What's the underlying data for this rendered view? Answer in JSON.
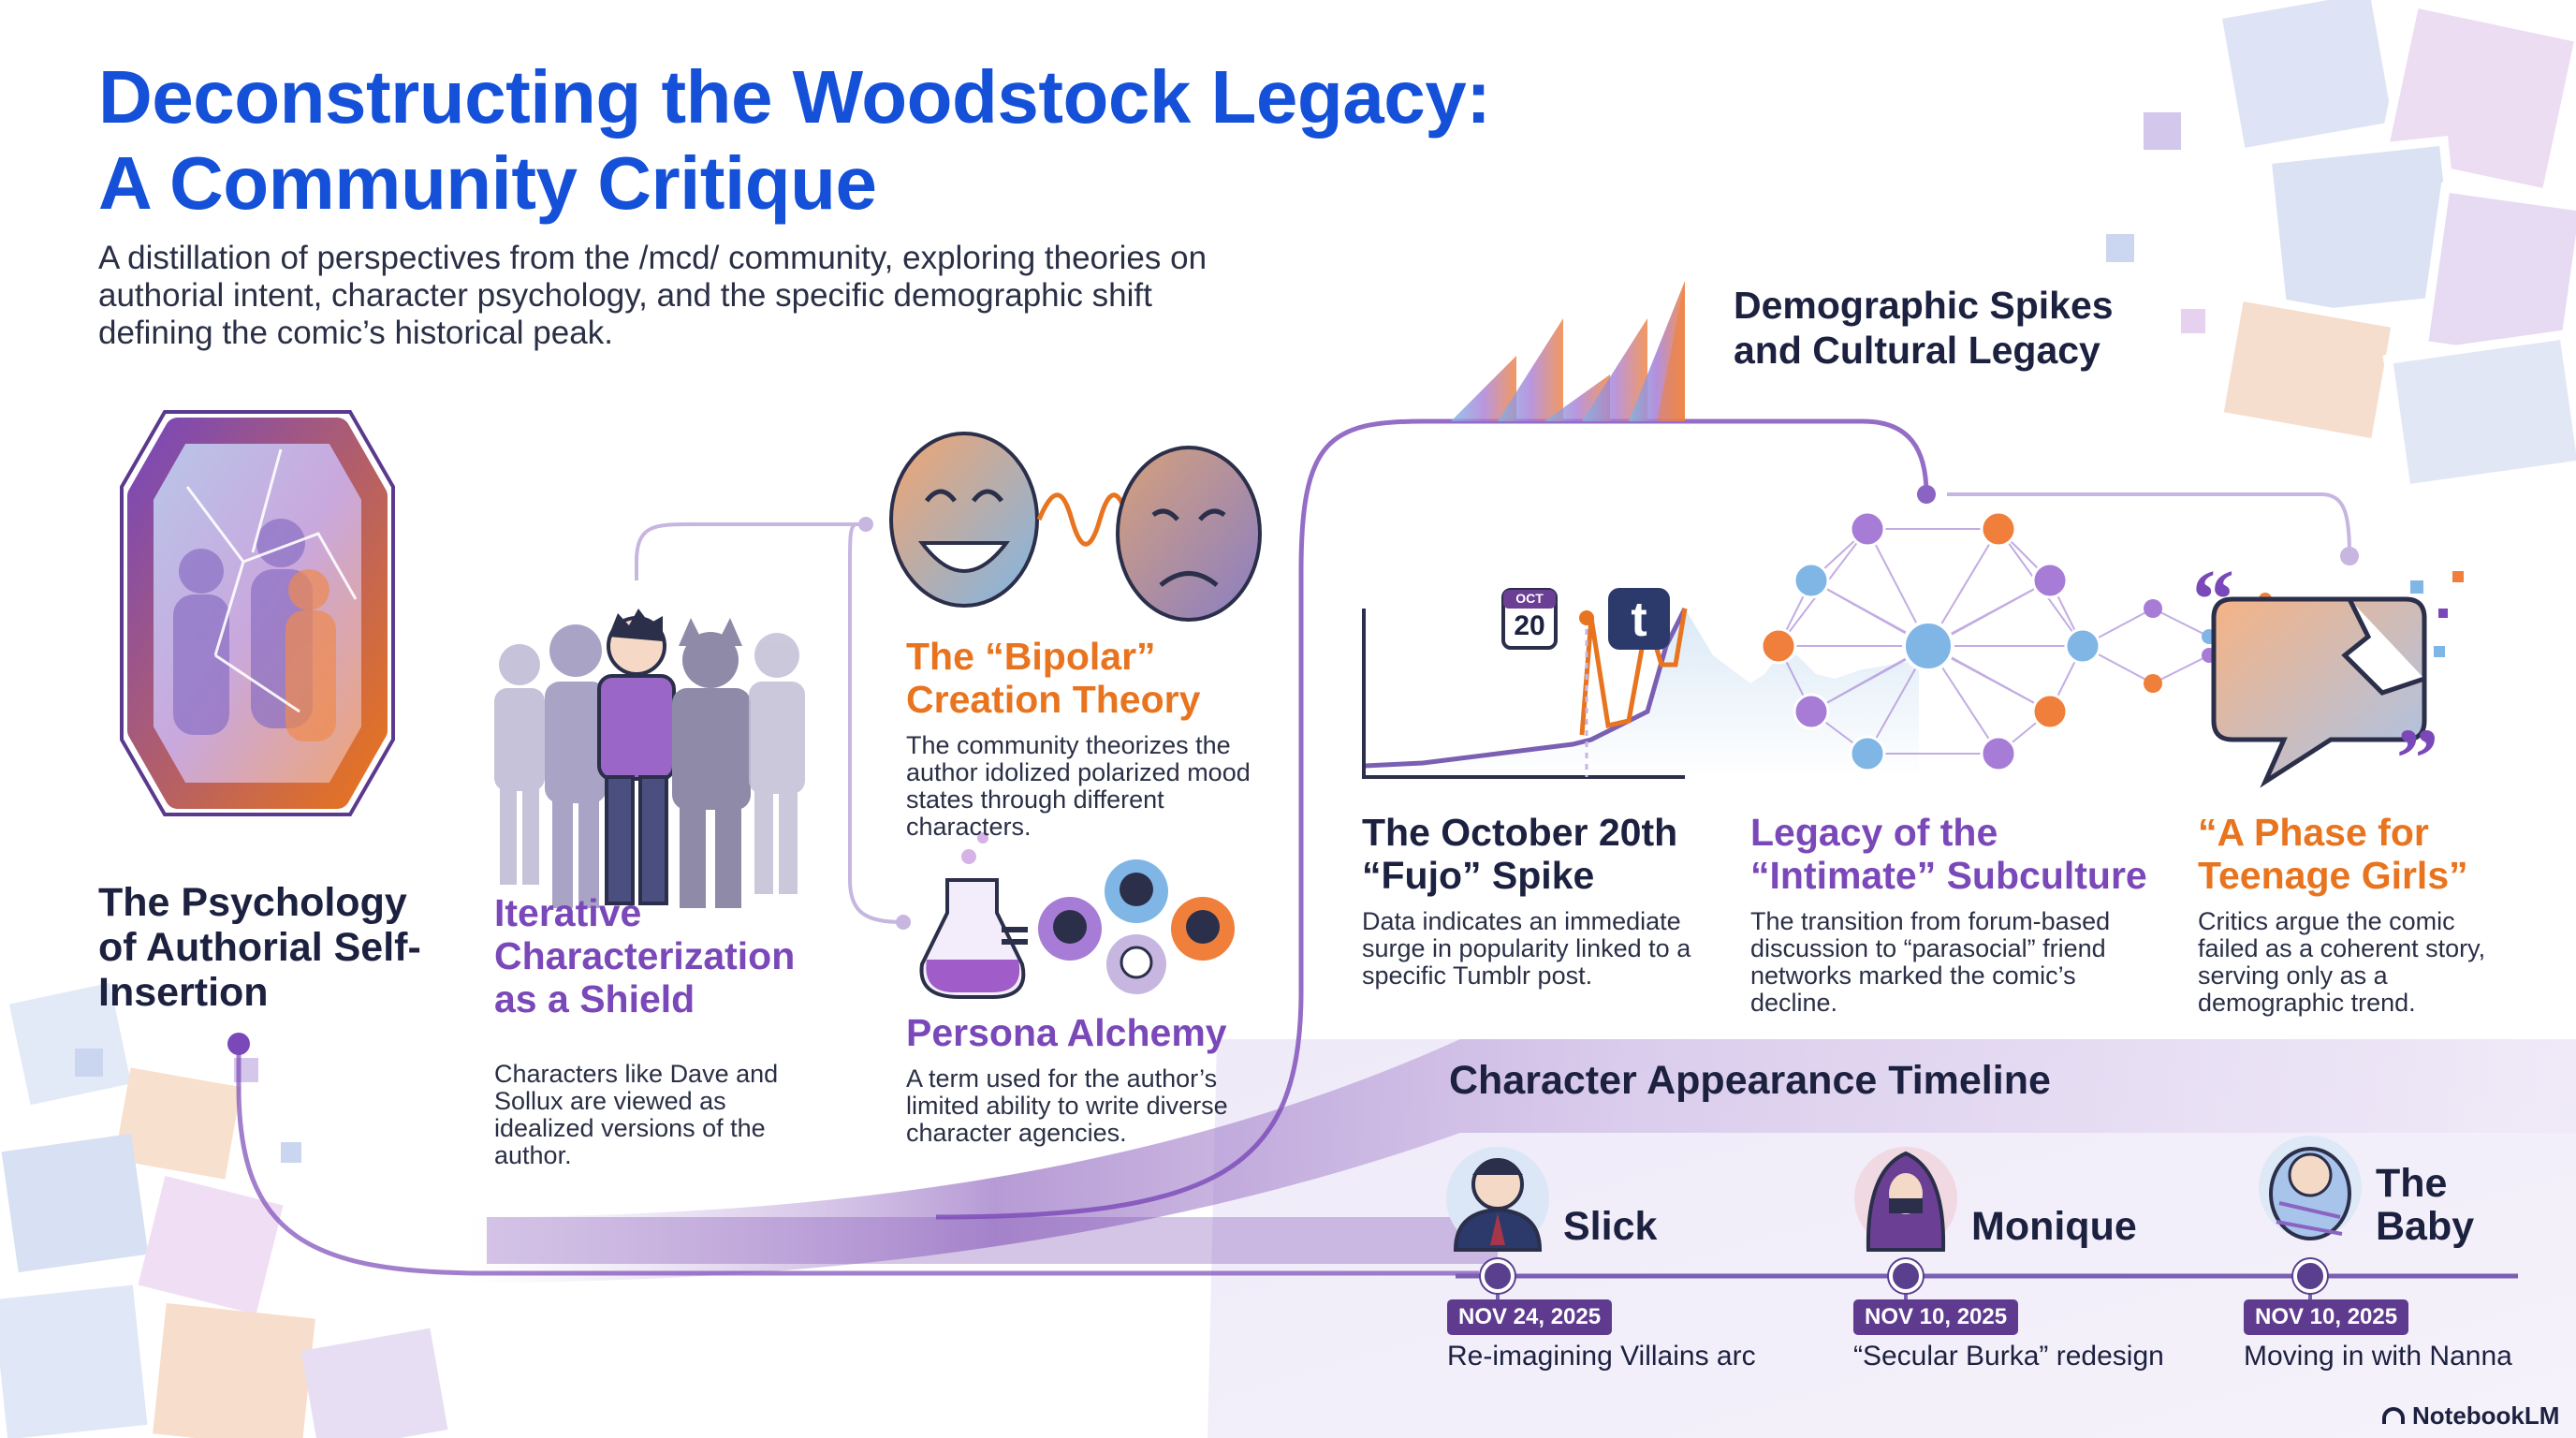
{
  "header": {
    "title_line1": "Deconstructing the Woodstock Legacy:",
    "title_line2": "A Community Critique",
    "subtitle": "A distillation of perspectives from the /mcd/ community, exploring theories on authorial intent, character psychology, and the specific demographic shift defining the comic’s historical peak."
  },
  "section_psychology": {
    "title": "The Psychology of Authorial Self-Insertion"
  },
  "section_iterative": {
    "title": "Iterative Characterization as a Shield",
    "body": "Characters like Dave and Sollux are viewed as idealized versions of the author."
  },
  "section_bipolar": {
    "title": "The “Bipolar” Creation Theory",
    "body": "The community theorizes the author idolized polarized mood states through different characters."
  },
  "section_alchemy": {
    "title": "Persona Alchemy",
    "body": "A term used for the author’s limited ability to write diverse character agencies."
  },
  "section_demographic": {
    "title": "Demographic Spikes and Cultural Legacy"
  },
  "spike": {
    "title": "The October 20th “Fujo” Spike",
    "body": "Data indicates an immediate surge in popularity linked to a specific Tumblr post.",
    "calendar_month": "OCT",
    "calendar_day": "20",
    "tumblr_letter": "t"
  },
  "legacy": {
    "title": "Legacy of the “Intimate” Subculture",
    "body": "The transition from forum-based discussion to “parasocial” friend networks marked the comic’s decline."
  },
  "phase": {
    "title": "“A Phase for Teenage Girls”",
    "body": "Critics argue the comic failed as a coherent story, serving only as a demographic trend."
  },
  "timeline": {
    "title": "Character Appearance Timeline",
    "items": [
      {
        "name": "Slick",
        "date": "NOV 24, 2025",
        "label": "Re-imagining Villains arc",
        "icon": "suited-man-icon"
      },
      {
        "name": "Monique",
        "date": "NOV 10, 2025",
        "label": "“Secular Burka” redesign",
        "icon": "veiled-woman-icon"
      },
      {
        "name_line1": "The",
        "name_line2": "Baby",
        "date": "NOV 10, 2025",
        "label": "Moving in with Nanna",
        "icon": "swaddled-baby-icon"
      }
    ]
  },
  "footer": {
    "brand": "NotebookLM"
  },
  "colors": {
    "title_blue": "#1450d8",
    "purple": "#7a48b8",
    "orange": "#e8741f",
    "dark_navy": "#1c2140",
    "badge_purple": "#5f3b8f"
  }
}
